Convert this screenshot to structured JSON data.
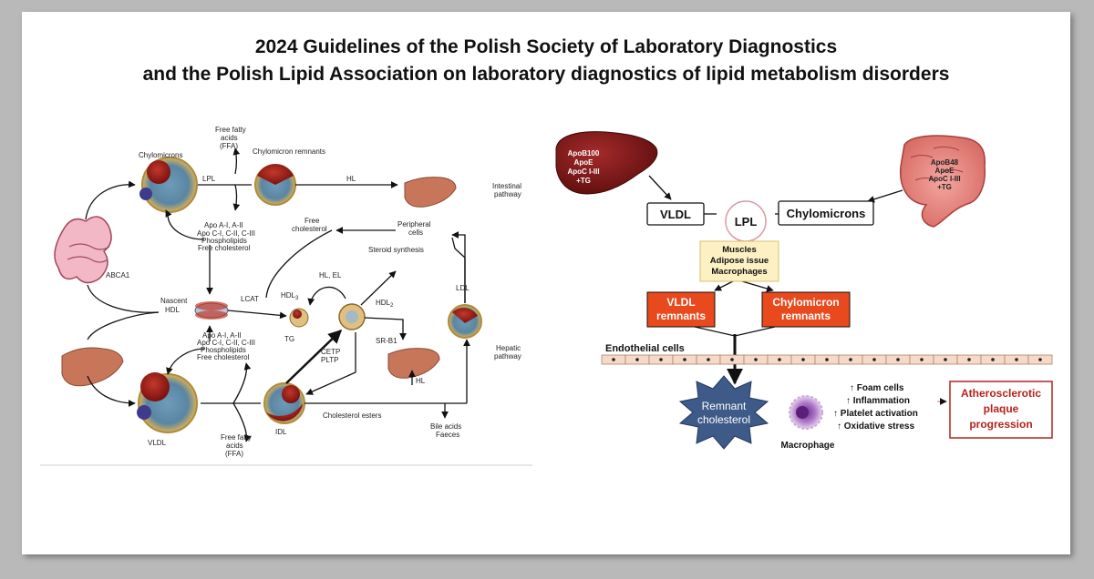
{
  "title": {
    "line1": "2024 Guidelines of the Polish Society of Laboratory Diagnostics",
    "line2": "and the Polish Lipid Association on laboratory diagnostics of lipid metabolism disorders"
  },
  "left": {
    "chylomicrons": "Chylomicrons",
    "ffa_top": [
      "Free fatty",
      "acids",
      "(FFA)"
    ],
    "chylo_remnants": "Chylomicron remnants",
    "lpl": "LPL",
    "hl_top": "HL",
    "intestinal": [
      "Intestinal",
      "pathway"
    ],
    "apo_top": [
      "Apo A-I, A-II",
      "Apo C-I, C-II, C-III",
      "Phospholipids",
      "Free cholesterol"
    ],
    "free_chol": [
      "Free",
      "cholesterol"
    ],
    "peripheral": [
      "Peripheral",
      "cells"
    ],
    "steroid": "Steroid synthesis",
    "abca1": "ABCA1",
    "hl_el": "HL, EL",
    "ldl": "LDL",
    "nascent": [
      "Nascent",
      "HDL"
    ],
    "lcat": "LCAT",
    "hdl3": "HDL",
    "hdl3_sub": "3",
    "hdl2": "HDL",
    "hdl2_sub": "2",
    "apo_bottom": [
      "Apo A-I, A-II",
      "Apo C-I, C-II, C-III",
      "Phospholipids",
      "Free cholesterol"
    ],
    "tg": "TG",
    "cetp": [
      "CETP",
      "PLTP"
    ],
    "srb1": "SR-B1",
    "hepatic": [
      "Hepatic",
      "pathway"
    ],
    "hl_bottom": "HL",
    "chol_esters": "Cholesterol esters",
    "bile": [
      "Bile acids",
      "Faeces"
    ],
    "vldl": "VLDL",
    "idl": "IDL",
    "ffa_bottom": [
      "Free fatty",
      "acids",
      "(FFA)"
    ]
  },
  "right": {
    "liver_text": [
      "ApoB100",
      "ApoE",
      "ApoC I-III",
      "+TG"
    ],
    "intestine_text": [
      "ApoB48",
      "ApoE",
      "ApoC I-III",
      "+TG"
    ],
    "vldl": "VLDL",
    "chylomicrons": "Chylomicrons",
    "lpl": "LPL",
    "tissues": [
      "Muscles",
      "Adipose issue",
      "Macrophages"
    ],
    "vldl_remnants": [
      "VLDL",
      "remnants"
    ],
    "chylo_remnants": [
      "Chylomicron",
      "remnants"
    ],
    "endothelial": "Endothelial cells",
    "remnant_chol": [
      "Remnant",
      "cholesterol"
    ],
    "macrophage": "Macrophage",
    "effects": [
      "↑ Foam cells",
      "↑ Inflammation",
      "↑ Platelet activation",
      "↑ Oxidative stress"
    ],
    "athero": [
      "Atherosclerotic",
      "plaque",
      "progression"
    ]
  },
  "colors": {
    "orange_box": "#e8491d",
    "yellow_box": "#fdf1c4",
    "star_blue": "#3e5a88",
    "athero_red": "#b3231c",
    "liver": "#8b1a1a"
  }
}
